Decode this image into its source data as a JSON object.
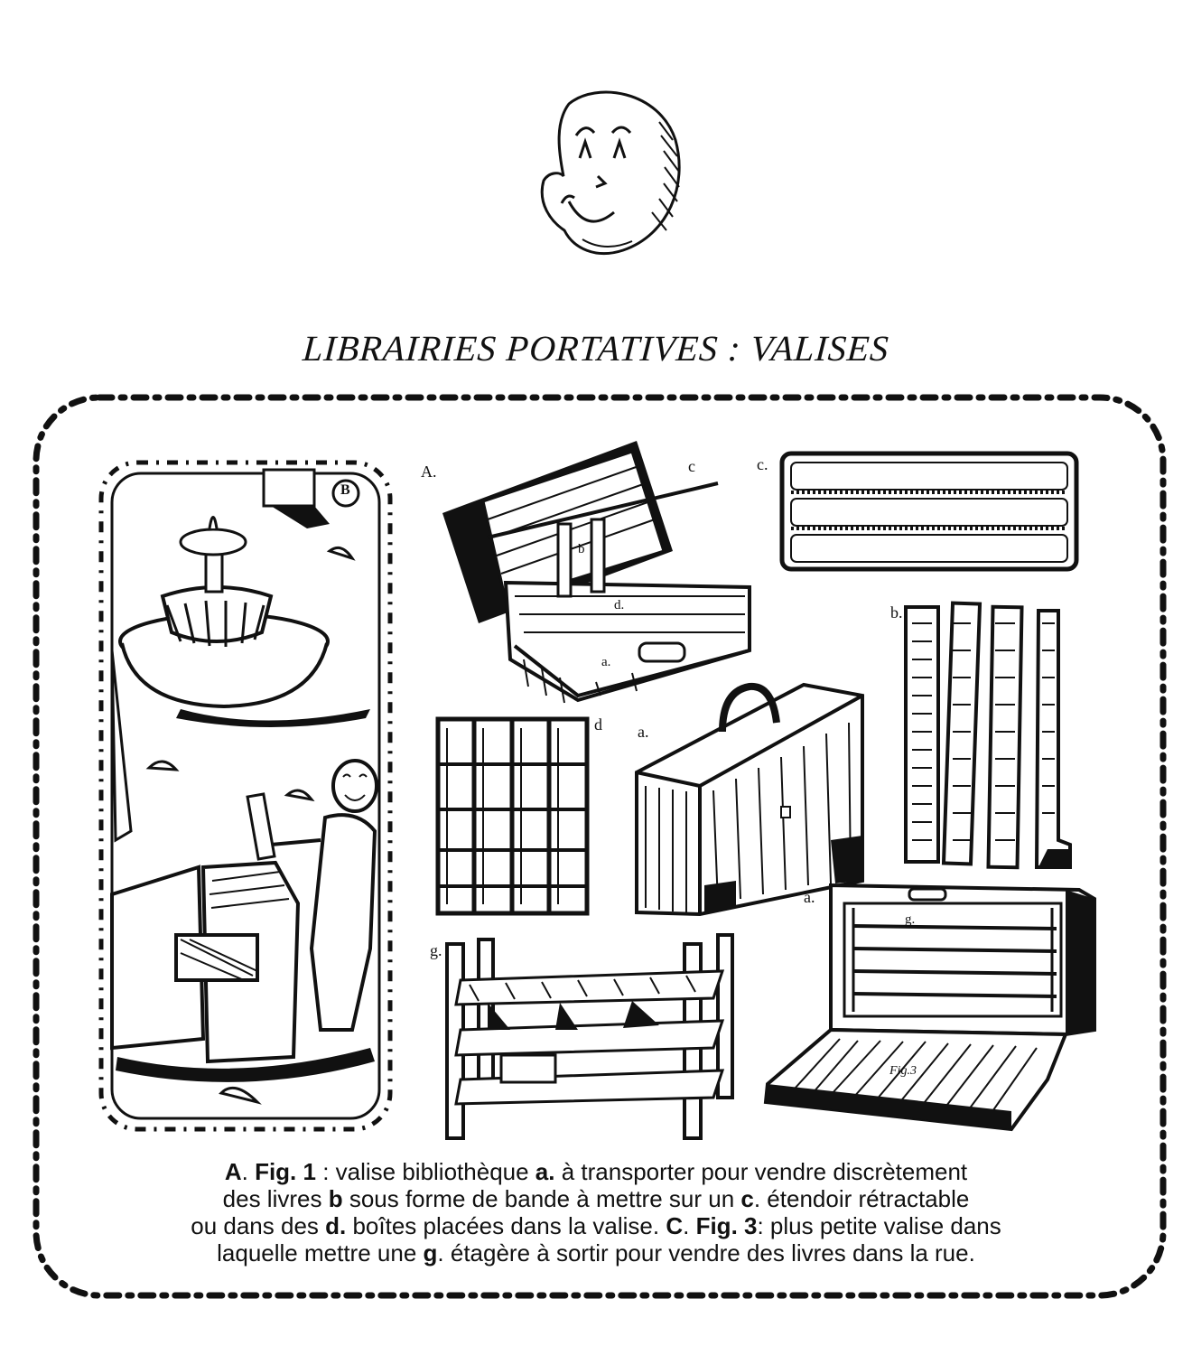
{
  "title": "LIBRAIRIES PORTATIVES : VALISES",
  "figure_labels": {
    "A": "A.",
    "c_top": "c",
    "c_right": "c.",
    "b_right": "b.",
    "d": "d",
    "a_mid": "a.",
    "a_right": "a.",
    "g_left": "g.",
    "B_circle": "B",
    "b_in_case": "b",
    "d_in_case": "d.",
    "a_in_case": "a.",
    "g_in_case": "g.",
    "fig3": "Fig.3"
  },
  "caption": {
    "line1": [
      {
        "t": "A",
        "b": true
      },
      {
        "t": ". ",
        "b": false
      },
      {
        "t": "Fig. 1",
        "b": true
      },
      {
        "t": " : valise bibliothèque ",
        "b": false
      },
      {
        "t": "a.",
        "b": true
      },
      {
        "t": " à transporter pour vendre discrètement",
        "b": false
      }
    ],
    "line2": [
      {
        "t": "des livres ",
        "b": false
      },
      {
        "t": "b",
        "b": true
      },
      {
        "t": "  sous forme de bande à mettre sur un ",
        "b": false
      },
      {
        "t": "c",
        "b": true
      },
      {
        "t": ". étendoir rétractable",
        "b": false
      }
    ],
    "line3": [
      {
        "t": "ou dans des ",
        "b": false
      },
      {
        "t": "d.",
        "b": true
      },
      {
        "t": " boîtes placées dans la valise. ",
        "b": false
      },
      {
        "t": "C",
        "b": true
      },
      {
        "t": ". ",
        "b": false
      },
      {
        "t": "Fig. 3",
        "b": true
      },
      {
        "t": ": plus petite valise dans",
        "b": false
      }
    ],
    "line4": [
      {
        "t": "laquelle mettre une ",
        "b": false
      },
      {
        "t": "g",
        "b": true
      },
      {
        "t": ". étagère à sortir pour vendre des livres dans la rue.",
        "b": false
      }
    ]
  }
}
